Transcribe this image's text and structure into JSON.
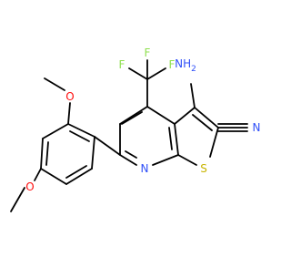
{
  "molecule": {
    "labels": {
      "nh2": "NH",
      "nh2_sub": "2",
      "f1": "F",
      "f2": "F",
      "f3": "F",
      "s": "S",
      "n_ring": "N",
      "n_nitrile": "N",
      "o_upper": "O",
      "o_lower": "O"
    },
    "colors": {
      "bond": "#000000",
      "nitrogen": "#3050F8",
      "fluorine": "#90E050",
      "sulfur": "#C8B400",
      "oxygen": "#FF0D0D"
    }
  }
}
